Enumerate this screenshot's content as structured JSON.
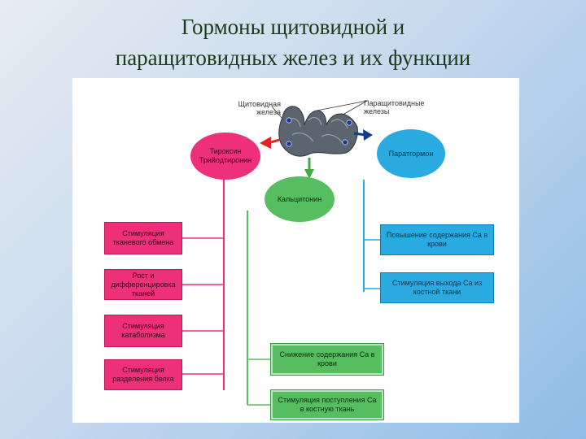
{
  "title": {
    "line1": "Гормоны щитовидной и",
    "line2": "паращитовидных желез и их функции"
  },
  "gland_labels": {
    "thyroid": "Щитовидная железа",
    "parathyroid": "Паращитовидные железы"
  },
  "hormones": {
    "thyroxine": "Тироксин Трийодтиронин",
    "calcitonin": "Кальцитонин",
    "parathormone": "Паратгормон"
  },
  "thyroxine_functions": [
    "Стимуляция тканевого обмена",
    "Рост и дифференцировка тканей",
    "Стимуляция катаболизма",
    "Стимуляция разделения белка"
  ],
  "parathormone_functions": [
    "Повышение содержания Ca в крови",
    "Стимуляция выхода Ca из костной ткани"
  ],
  "calcitonin_functions": [
    "Снижение содержания Ca в крови",
    "Стимуляция поступления Ca в костную ткань"
  ],
  "colors": {
    "pink": "#ee2f79",
    "blue": "#29abe2",
    "green": "#56bd60"
  }
}
